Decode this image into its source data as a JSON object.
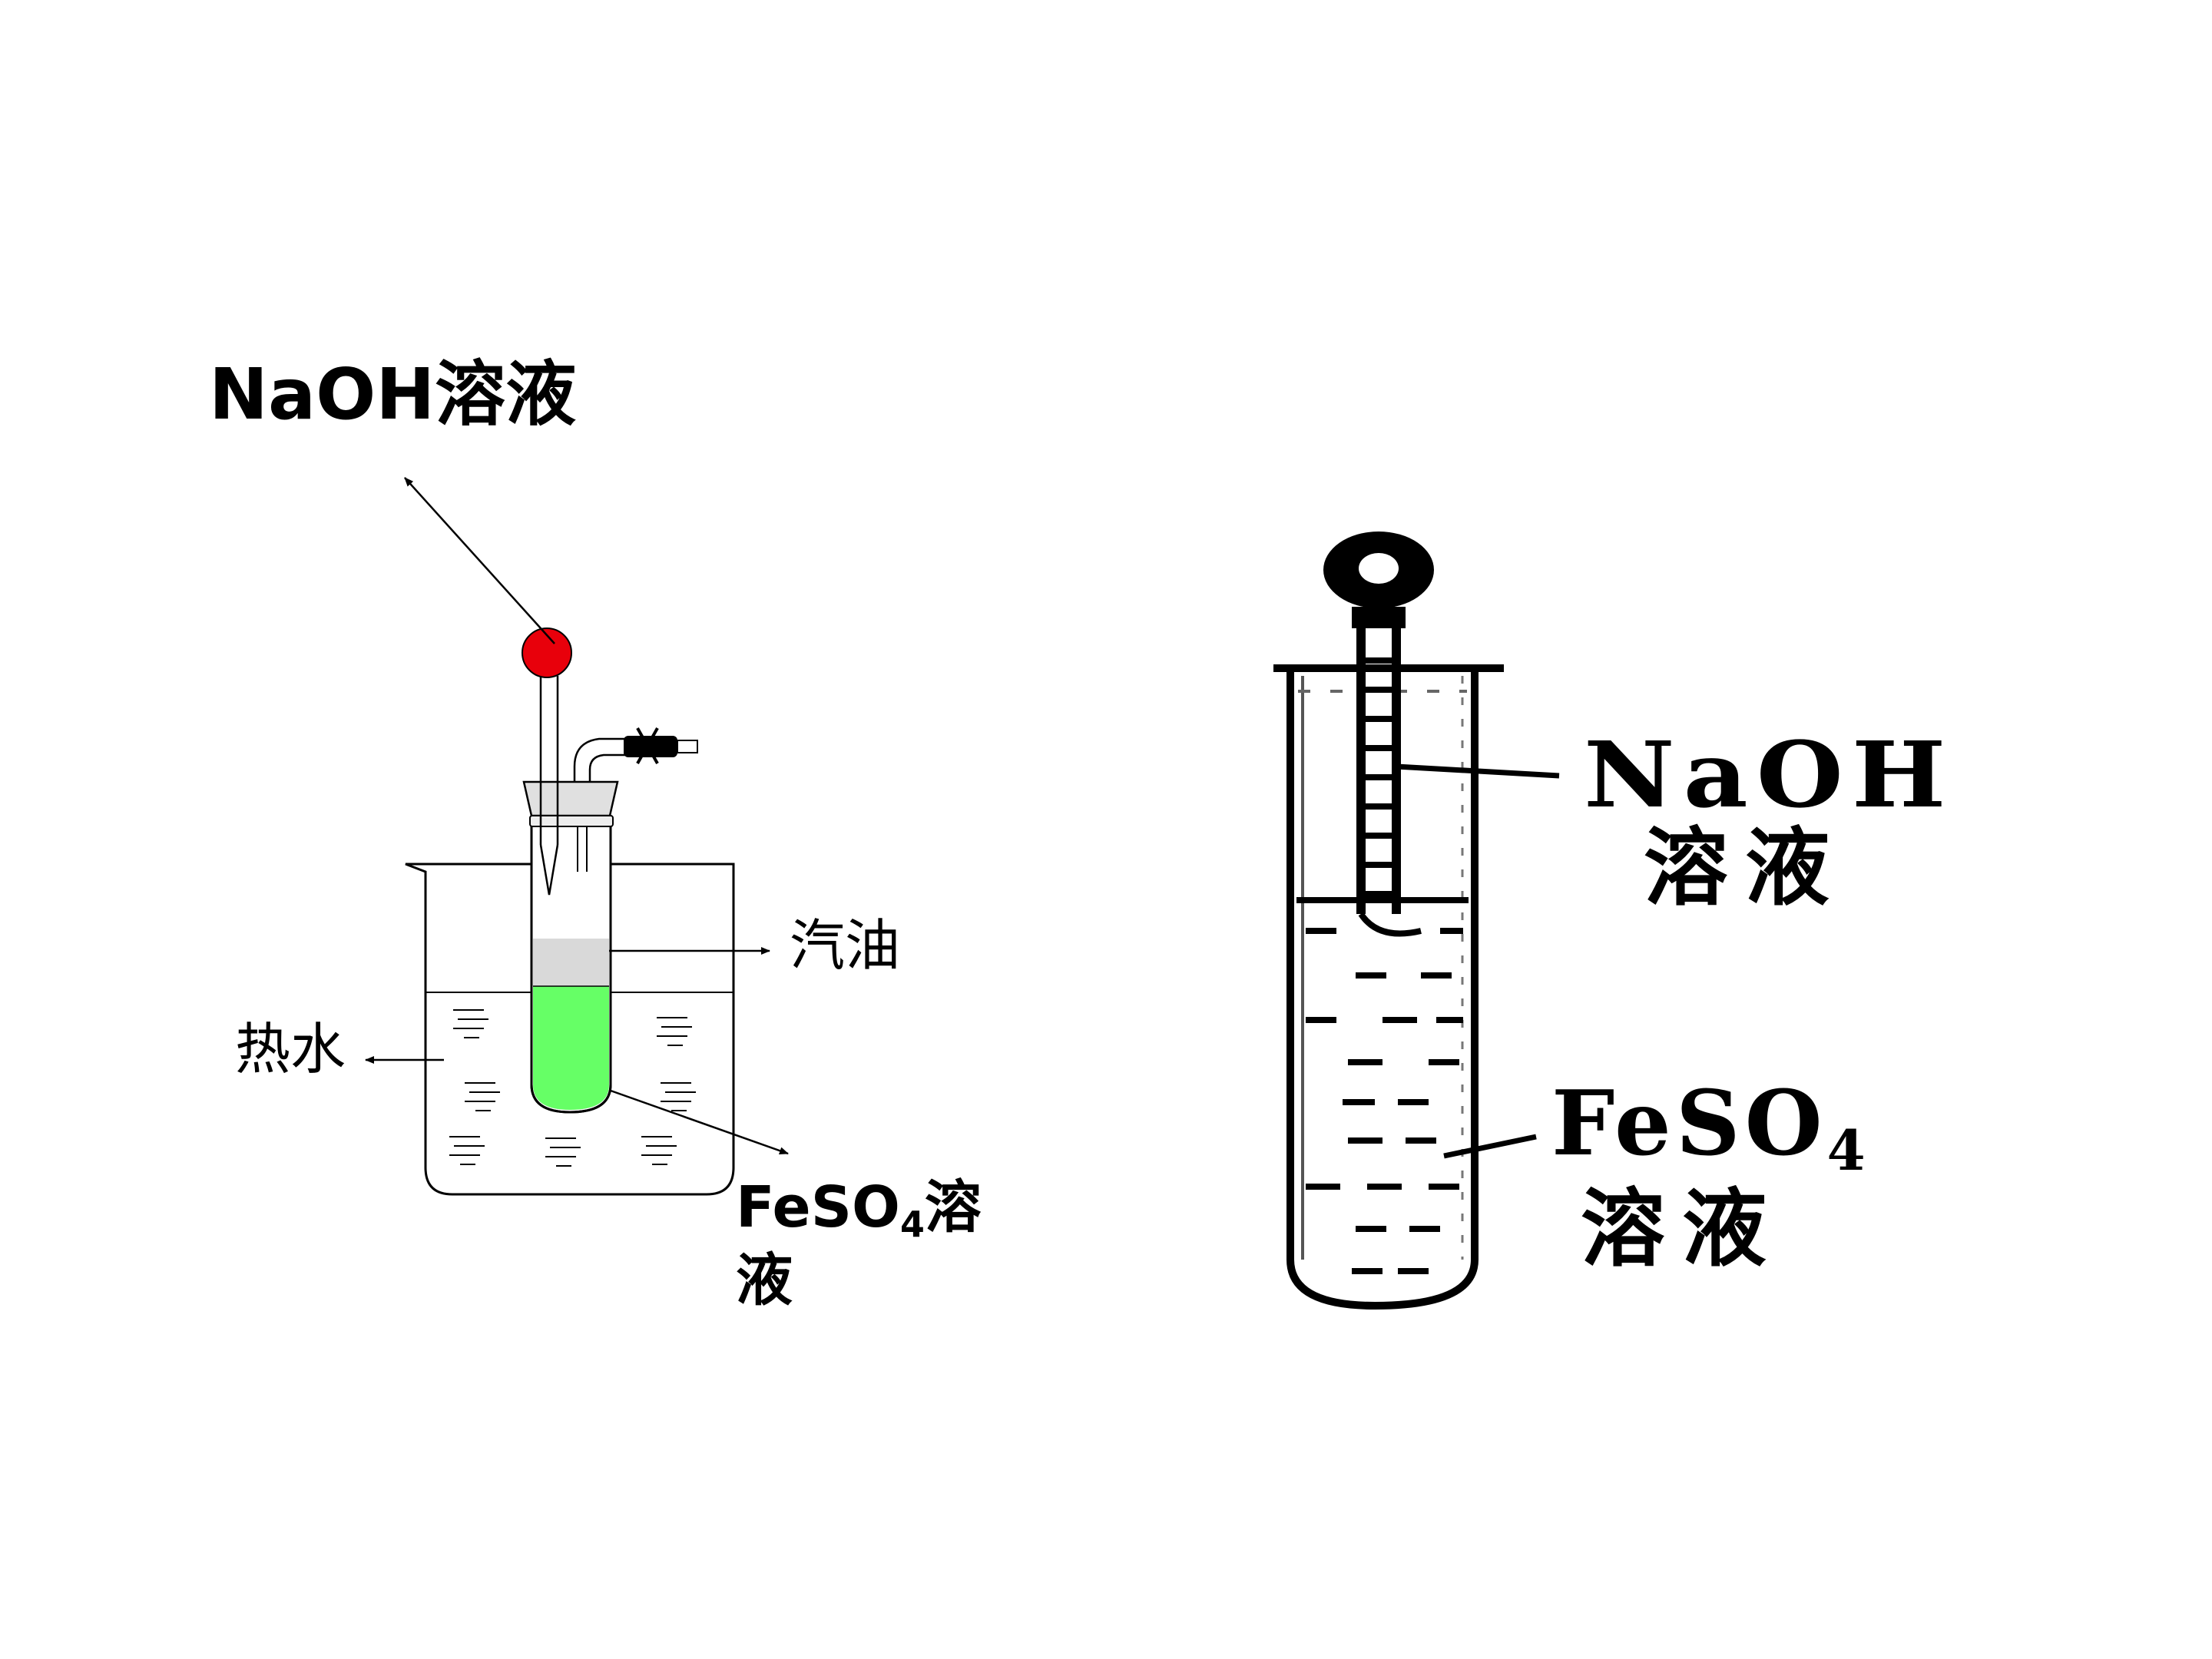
{
  "left_diagram": {
    "labels": {
      "naoh": "NaOH溶液",
      "gasoline": "汽油",
      "hot_water": "热水",
      "feso4_prefix": "FeSO",
      "feso4_sub": "4",
      "feso4_suffix": "溶",
      "feso4_line2": "液"
    },
    "colors": {
      "bulb": "#e8000b",
      "feso4_solution": "#66ff66",
      "gasoline_layer": "#d9d9d9"
    }
  },
  "right_diagram": {
    "labels": {
      "naoh_line1": "NaOH",
      "naoh_line2": "溶液",
      "feso4_prefix": "FeSO",
      "feso4_sub": "4",
      "feso4_line2": "溶液"
    }
  }
}
